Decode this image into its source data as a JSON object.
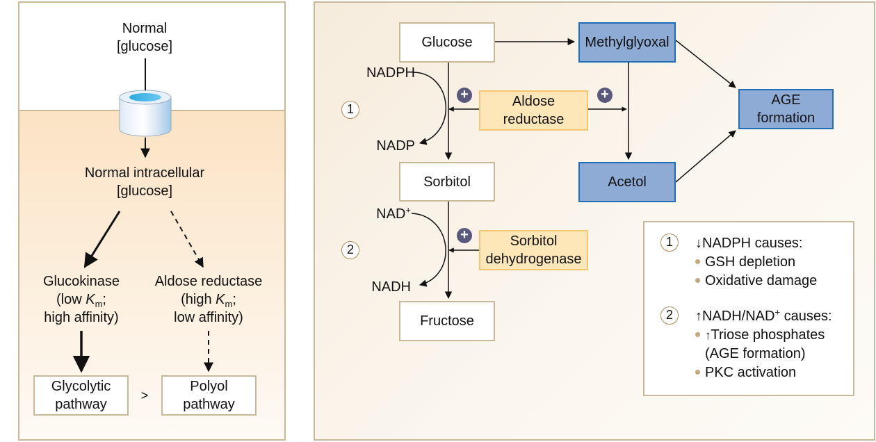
{
  "left": {
    "top_label": [
      "Normal",
      "[glucose]"
    ],
    "intracellular_label": [
      "Normal intracellular",
      "[glucose]"
    ],
    "glucokinase": {
      "name": "Glucokinase",
      "line2_pre": "(low ",
      "km": "K",
      "km_sub": "m",
      "line2_post": ";",
      "line3": "high affinity)"
    },
    "aldose": {
      "name": "Aldose reductase",
      "line2_pre": "(high ",
      "km": "K",
      "km_sub": "m",
      "line2_post": ";",
      "line3": "low affinity)"
    },
    "glycolytic": [
      "Glycolytic",
      "pathway"
    ],
    "polyol": [
      "Polyol",
      "pathway"
    ],
    "compare": ">"
  },
  "right": {
    "glucose": "Glucose",
    "sorbitol": "Sorbitol",
    "fructose": "Fructose",
    "methylglyoxal": "Methylglyoxal",
    "acetol": "Acetol",
    "age": [
      "AGE",
      "formation"
    ],
    "aldose_reductase": [
      "Aldose",
      "reductase"
    ],
    "sorbitol_dh": [
      "Sorbitol",
      "dehydrogenase"
    ],
    "nadph": "NADPH",
    "nadp": "NADP",
    "nad": "NAD",
    "nad_sup": "+",
    "nadh": "NADH",
    "step1": "1",
    "step2": "2",
    "plus": "+"
  },
  "legend": {
    "item1": {
      "num": "1",
      "heading": "NADPH causes:",
      "bullets": [
        "GSH depletion",
        "Oxidative damage"
      ]
    },
    "item2": {
      "num": "2",
      "heading_pre": "NADH/NAD",
      "heading_sup": "+",
      "heading_post": " causes:",
      "bullet1a": "Triose phosphates",
      "bullet1b": "(AGE formation)",
      "bullet2": "PKC activation"
    }
  },
  "colors": {
    "panel_border": "#c9b99b",
    "blue_fill": "#8eabd6",
    "blue_border": "#1f6eb8",
    "orange_fill": "#fde6b8",
    "orange_border": "#f6c66f",
    "plus_fill": "#5a587d"
  }
}
